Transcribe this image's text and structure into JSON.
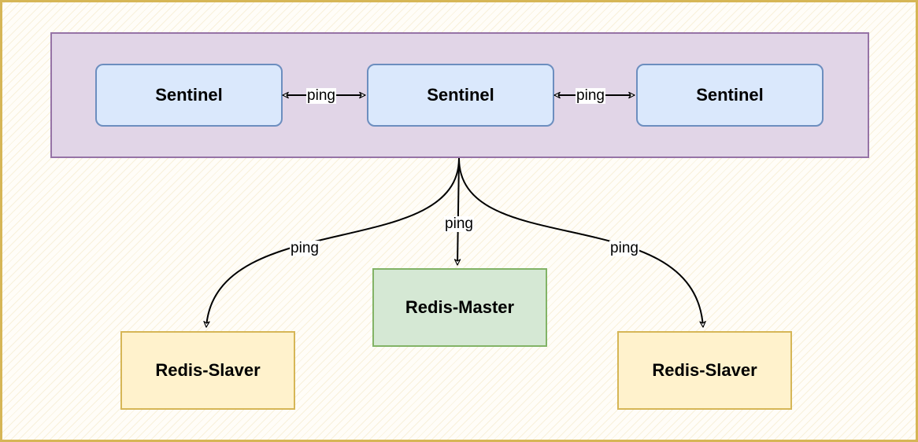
{
  "nodes": {
    "sentinel_left": "Sentinel",
    "sentinel_middle": "Sentinel",
    "sentinel_right": "Sentinel",
    "master": "Redis-Master",
    "slave_left": "Redis-Slaver",
    "slave_right": "Redis-Slaver"
  },
  "edges": {
    "sentinel_left_middle": "ping",
    "sentinel_middle_right": "ping",
    "to_slave_left": "ping",
    "to_master": "ping",
    "to_slave_right": "ping"
  },
  "colors": {
    "page_border": "#d6b656",
    "group_fill": "#e1d5e7",
    "group_border": "#9673a6",
    "sentinel_fill": "#dae8fc",
    "sentinel_border": "#6c8ebf",
    "master_fill": "#d5e8d4",
    "master_border": "#82b366",
    "slave_fill": "#fff2cc",
    "slave_border": "#d6b656"
  }
}
